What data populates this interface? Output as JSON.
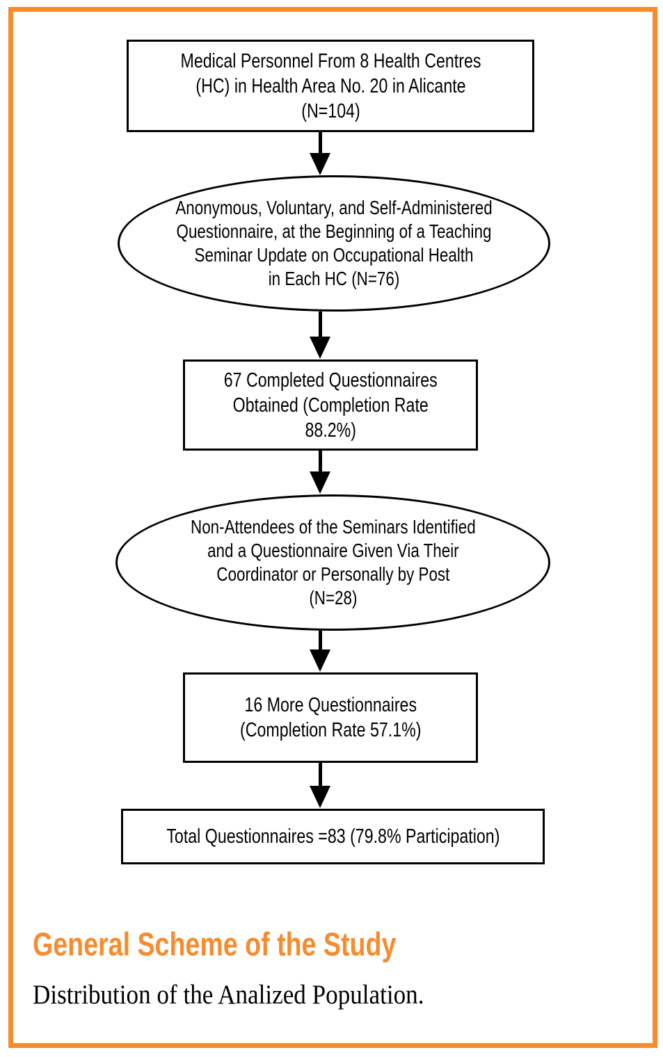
{
  "frame": {
    "border_color": "#F68C2D"
  },
  "flowchart": {
    "nodes": [
      {
        "id": "source-population",
        "shape": "rect",
        "lines": [
          "Medical Personnel From 8 Health Centres",
          "(HC) in Health Area No. 20 in Alicante",
          "(N=104)"
        ]
      },
      {
        "id": "seminar-questionnaire",
        "shape": "ellipse",
        "lines": [
          "Anonymous, Voluntary, and Self-Administered",
          "Questionnaire, at the Beginning of a Teaching",
          "Seminar Update on Occupational Health",
          "in Each HC (N=76)"
        ]
      },
      {
        "id": "completed-questionnaires",
        "shape": "rect",
        "lines": [
          "67 Completed Questionnaires",
          "Obtained (Completion Rate",
          "88.2%)"
        ]
      },
      {
        "id": "non-attendees",
        "shape": "ellipse",
        "lines": [
          "Non-Attendees of the Seminars Identified",
          "and a Questionnaire Given Via Their",
          "Coordinator or Personally by Post",
          "(N=28)"
        ]
      },
      {
        "id": "more-questionnaires",
        "shape": "rect",
        "lines": [
          "16 More Questionnaires",
          "(Completion Rate 57.1%)"
        ]
      },
      {
        "id": "total-questionnaires",
        "shape": "rect",
        "lines": [
          "Total Questionnaires =83 (79.8% Participation)"
        ]
      }
    ]
  },
  "caption": {
    "title": "General Scheme of the Study",
    "title_color": "#F68C2D",
    "subtitle": "Distribution of the Analized Population."
  }
}
